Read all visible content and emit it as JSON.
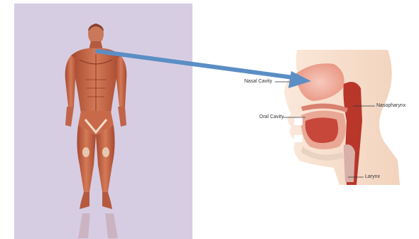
{
  "labels": {
    "nasal_cavity": "Nasal Cavity",
    "oral_cavity": "Oral Cavity",
    "nasopharynx": "Nasopharynx",
    "larynx": "Larynx"
  },
  "colors": {
    "panel_background": "#d7cde3",
    "muscle": "#c86a4a",
    "muscle_dark": "#9c4430",
    "skin_profile": "#f3d9c4",
    "tissue_pink": "#f0b8a8",
    "tissue_red": "#b8362a",
    "arrow": "#5b8ec4"
  },
  "icons": {
    "figure": "human-muscular-anatomy-figure",
    "head_section": "head-cross-section-airway",
    "arrow": "pointer-arrow"
  }
}
